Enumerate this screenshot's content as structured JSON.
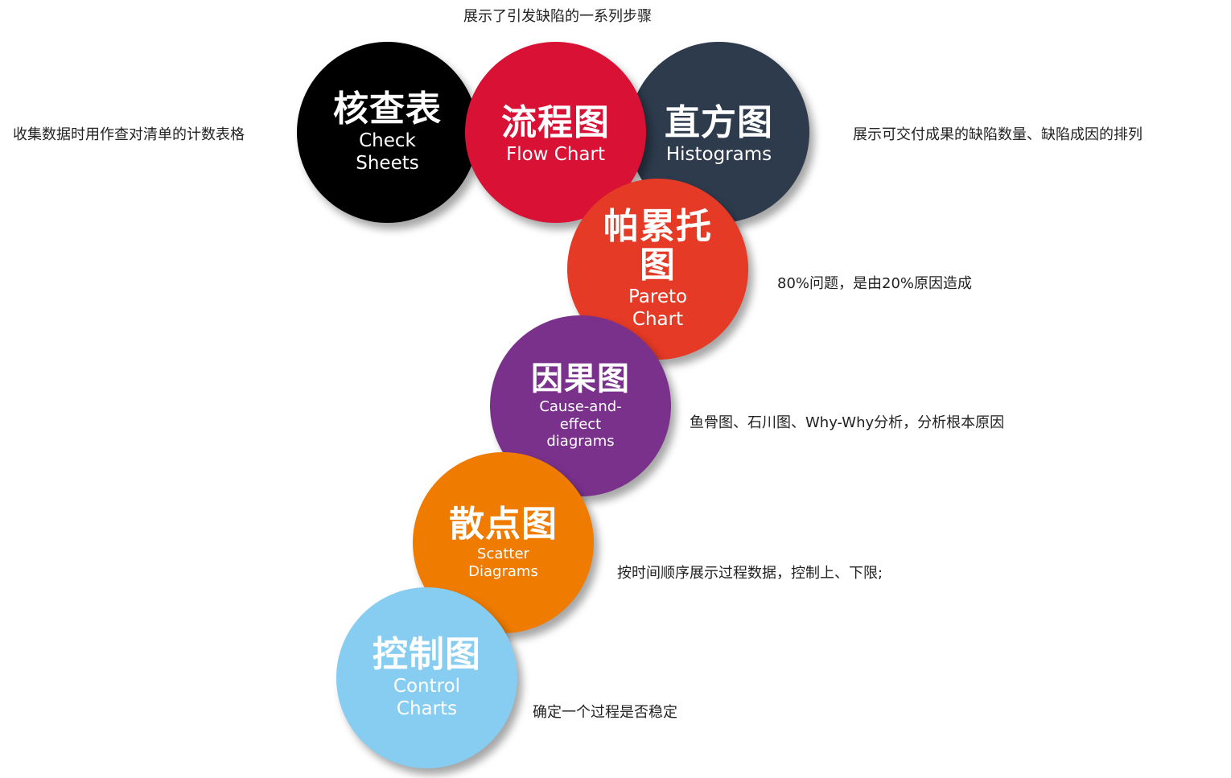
{
  "descriptions": {
    "flow_chart": "展示了引发缺陷的一系列步骤",
    "check_sheets": "收集数据时用作查对清单的计数表格",
    "histograms": "展示可交付成果的缺陷数量、缺陷成因的排列",
    "pareto_chart": "80%问题，是由20%原因造成",
    "cause_effect": "鱼骨图、石川图、Why-Why分析，分析根本原因",
    "scatter_diagrams": "按时间顺序展示过程数据，控制上、下限;",
    "control_charts": "确定一个过程是否稳定"
  },
  "circles": {
    "check_sheets": {
      "cn": "核查表",
      "en_line1": "Check",
      "en_line2": "Sheets",
      "color": "#000000"
    },
    "flow_chart": {
      "cn": "流程图",
      "en_line1": "Flow Chart",
      "color": "#d81135"
    },
    "histograms": {
      "cn": "直方图",
      "en_line1": "Histograms",
      "color": "#2d3b4d"
    },
    "pareto_chart": {
      "cn_line1": "帕累托",
      "cn_line2": "图",
      "en_line1": "Pareto",
      "en_line2": "Chart",
      "color": "#e43a26"
    },
    "cause_effect": {
      "cn": "因果图",
      "en_line1": "Cause-and-",
      "en_line2": "effect",
      "en_line3": "diagrams",
      "color": "#7a318c"
    },
    "scatter_diagrams": {
      "cn": "散点图",
      "en_line1": "Scatter",
      "en_line2": "Diagrams",
      "color": "#ef7b00"
    },
    "control_charts": {
      "cn": "控制图",
      "en_line1": "Control",
      "en_line2": "Charts",
      "color": "#87ccf1"
    }
  }
}
